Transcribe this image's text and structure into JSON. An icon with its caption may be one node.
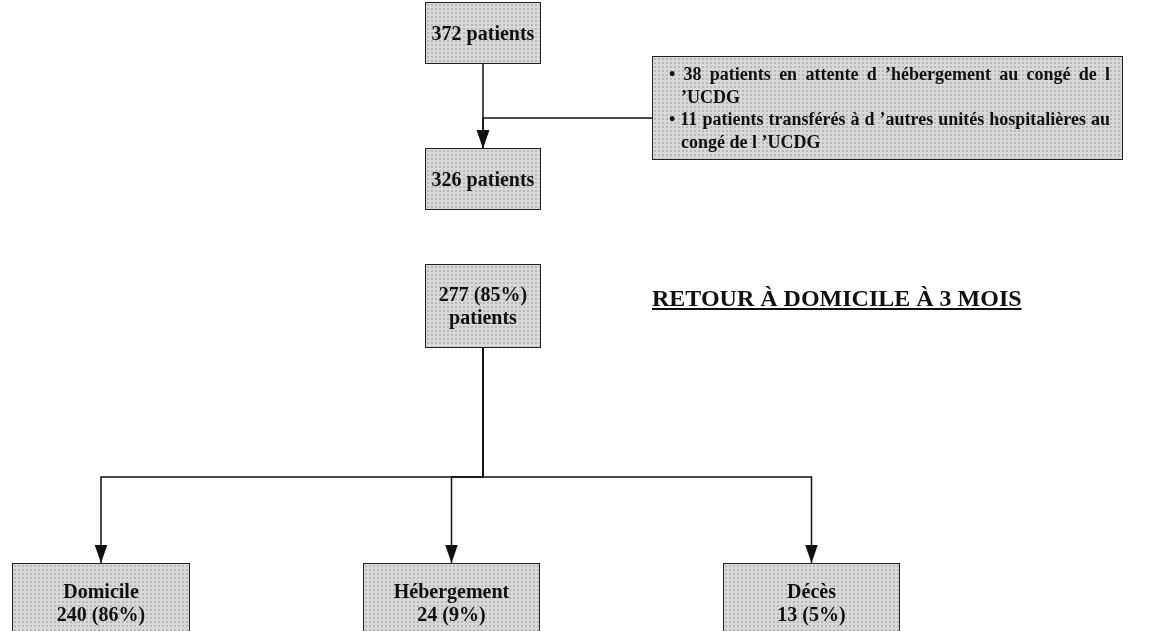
{
  "diagram": {
    "title": "RETOUR À DOMICILE À 3 MOIS",
    "nodes": [
      {
        "text": [
          "372 patients"
        ]
      },
      {
        "text": [
          "• 38 patients en attente d ’hébergement au congé de l ’UCDG",
          "• 11 patients transférés à d ’autres unités hospitalières au congé de l ’UCDG"
        ]
      },
      {
        "text": [
          "326 patients"
        ]
      },
      {
        "text": [
          "277 (85%) patients"
        ]
      },
      {
        "text": [
          "Domicile",
          "240 (86%)"
        ]
      },
      {
        "text": [
          "Hébergement",
          "24 (9%)"
        ]
      },
      {
        "text": [
          "Décès",
          "13 (5%)"
        ]
      }
    ],
    "edges": [
      {
        "from": 0,
        "to": 2,
        "arrow": "to"
      },
      {
        "from": 1,
        "to": 2,
        "arrow": "to"
      },
      {
        "from": 3,
        "to": 4,
        "arrow": "to"
      },
      {
        "from": 3,
        "to": 5,
        "arrow": "to"
      },
      {
        "from": 3,
        "to": 6,
        "arrow": "to"
      }
    ]
  }
}
